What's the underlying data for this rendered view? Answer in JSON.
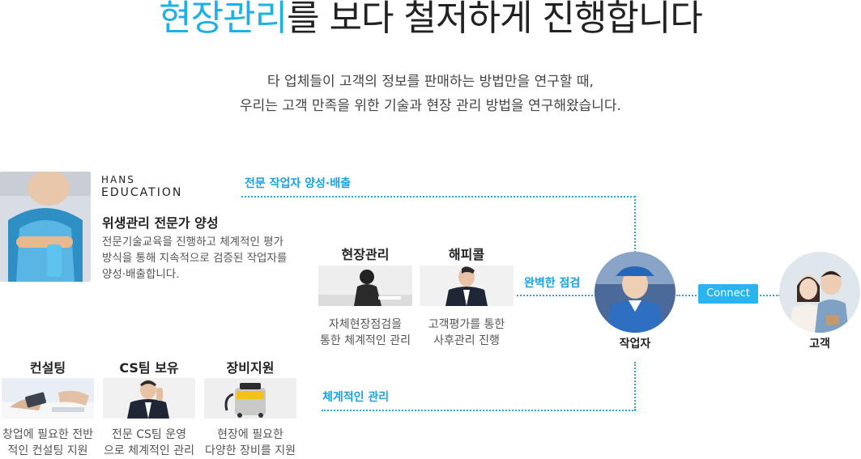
{
  "heading": {
    "highlight": "현장관리",
    "rest": "를 보다 철저하게 진행합니다"
  },
  "subtitle": {
    "line1": "타 업체들이 고객의 정보를 판매하는 방법만을 연구할 때,",
    "line2": "우리는 고객 만족을 위한 기술과 현장 관리 방법을 연구해왔습니다."
  },
  "education": {
    "brand_line1": "HANS",
    "brand_line2": "EDUCATION",
    "title": "위생관리 전문가 양성",
    "desc_line1": "전문기술교육을 진행하고 체계적인 평가",
    "desc_line2": "방식을 통해 지속적으로 검증된 작업자를",
    "desc_line3": "양성·배출합니다."
  },
  "flows": {
    "top": "전문 작업자 양성·배출",
    "middle": "완벽한 점검",
    "bottom": "체계적인 관리",
    "connect": "Connect"
  },
  "middle_items": [
    {
      "label": "현장관리",
      "desc1": "자체현장점검을",
      "desc2": "통한 체계적인 관리"
    },
    {
      "label": "해피콜",
      "desc1": "고객평가를 통한",
      "desc2": "사후관리 진행"
    }
  ],
  "bottom_items": [
    {
      "label": "컨설팅",
      "desc1": "창업에 필요한 전반",
      "desc2": "적인 컨설팅 지원"
    },
    {
      "label": "CS팀 보유",
      "desc1": "전문 CS팀 운영",
      "desc2": "으로 체계적인 관리"
    },
    {
      "label": "장비지원",
      "desc1": "현장에 필요한",
      "desc2": "다양한 장비를 지원"
    }
  ],
  "worker": {
    "label": "작업자"
  },
  "customer": {
    "label": "고객"
  },
  "colors": {
    "accent": "#1fb0e8",
    "connect_bg": "#2ab3ee",
    "dotted": "#2aa8e0"
  }
}
